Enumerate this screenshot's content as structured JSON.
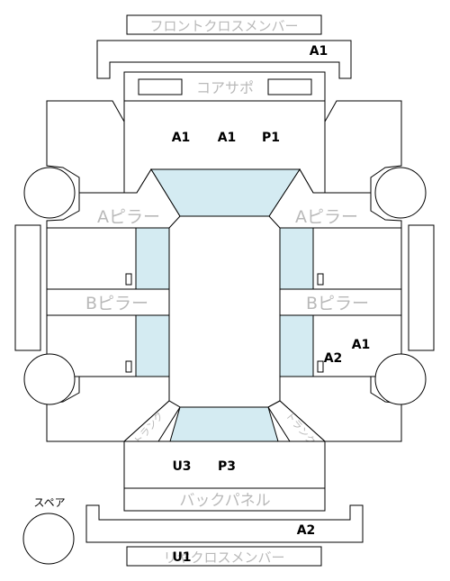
{
  "labels": {
    "front_cross_member": "フロントクロスメンバー",
    "core_support": "コアサポ",
    "a_pillar": "Aピラー",
    "b_pillar": "Bピラー",
    "back_panel": "バックパネル",
    "rear_cross_member": "リヤクロスメンバー",
    "spare": "スペア",
    "trunk_left": "トランク",
    "trunk_right": "トランク"
  },
  "codes": {
    "front_bumper": "A1",
    "hood_1": "A1",
    "hood_2": "A1",
    "hood_3": "P1",
    "right_rear_1": "A1",
    "right_rear_2": "A2",
    "trunk_1": "U3",
    "trunk_2": "P3",
    "rear_bumper": "A2",
    "rear_cross_member": "U1"
  },
  "colors": {
    "glass": "#d4ebf2",
    "outline": "#000000",
    "part_label": "#b9b9b9"
  }
}
